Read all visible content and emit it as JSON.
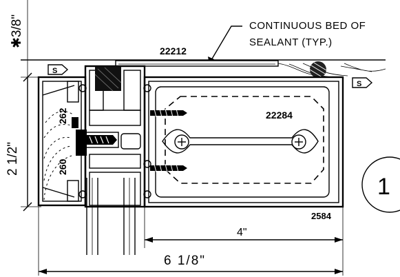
{
  "labels": {
    "dim_top": "✱3/8\"",
    "dim_height": "2 1/2\"",
    "dim_4": "4\"",
    "dim_6": "6 1/8\"",
    "note_line1": "CONTINUOUS BED OF",
    "note_line2": "SEALANT (TYP.)",
    "part_22212": "22212",
    "part_22284": "22284",
    "part_262": "262",
    "part_260": "260",
    "part_2584": "2584",
    "callout": "1",
    "sealant_symbol": "S"
  }
}
